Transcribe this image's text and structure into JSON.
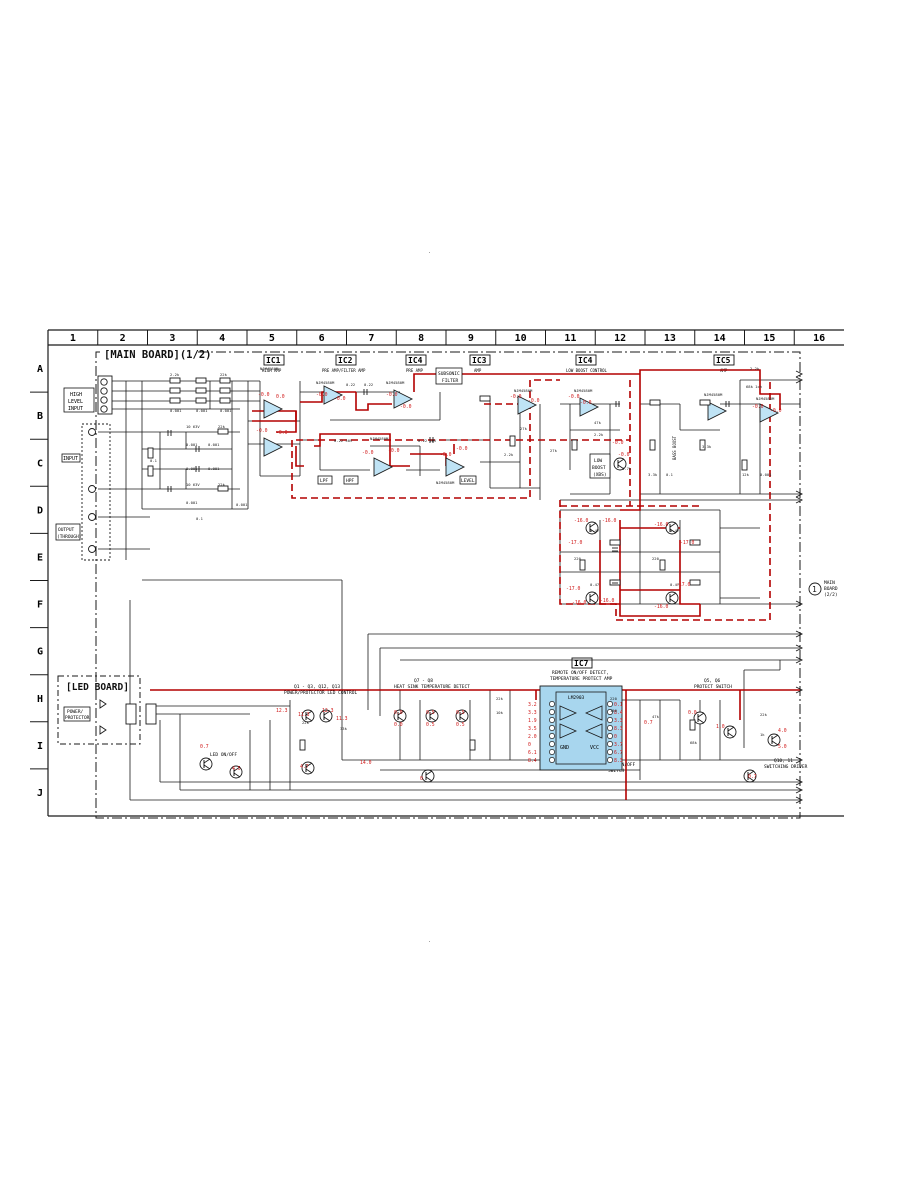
{
  "grid": {
    "columns": [
      "1",
      "2",
      "3",
      "4",
      "5",
      "6",
      "7",
      "8",
      "9",
      "10",
      "11",
      "12",
      "13",
      "14",
      "15",
      "16"
    ],
    "rows": [
      "A",
      "B",
      "C",
      "D",
      "E",
      "F",
      "G",
      "H",
      "I",
      "J"
    ]
  },
  "boards": {
    "main": "[MAIN BOARD](1/2)",
    "led": "[LED BOARD]"
  },
  "ic_blocks": [
    {
      "tag": "IC1",
      "caption": "HIGH AMP"
    },
    {
      "tag": "IC2",
      "caption": "PRE AMP/FILTER AMP"
    },
    {
      "tag": "IC4",
      "caption": "PRE AMP"
    },
    {
      "tag": "IC3",
      "caption": "AMP"
    },
    {
      "tag": "IC4",
      "caption": "LOW BOOST CONTROL"
    },
    {
      "tag": "IC5",
      "caption": "AMP"
    }
  ],
  "ic7": {
    "tag": "IC7",
    "caption_1": "REMOTE ON/OFF DETECT,",
    "caption_2": "TEMPERATURE PROTECT AMP",
    "part": "LM2903",
    "pins": [
      "GND",
      "VCC"
    ],
    "left_values": [
      "3.2",
      "3.3",
      "1.9",
      "3.5",
      "2.0",
      "0",
      "6.1",
      "8.4"
    ],
    "right_values": [
      "0.1",
      "8.4",
      "3.3",
      "8.3",
      "0",
      "3.7",
      "6.7",
      "8.3"
    ]
  },
  "inputs": {
    "high_level_input": [
      "HIGH",
      "LEVEL",
      "INPUT"
    ],
    "input": "INPUT",
    "output_through": [
      "OUTPUT",
      "(THROUGH)"
    ]
  },
  "misc_labels": {
    "subsonic_filter": [
      "SUBSONIC",
      "FILTER"
    ],
    "low_boost": [
      "LOW",
      "BOOST",
      "(XBS)"
    ],
    "power_protector": [
      "POWER/",
      "PROTECTOR"
    ],
    "q1_q3": [
      "Q1 - Q3, Q12, Q13",
      "POWER/PROTECTOR LED CONTROL"
    ],
    "q7_q8": [
      "Q7 - Q8",
      "HEAT SINK TEMPERATURE DETECT"
    ],
    "q5_q6": [
      "Q5, Q6",
      "PROTECT SWITCH"
    ],
    "q4": [
      "Q4",
      "REMOTE ON/OFF",
      "SWITCH"
    ],
    "q10_11": [
      "Q10, 11",
      "SWITCHING DRIVER"
    ],
    "led_on_off": [
      "LED ON/OFF"
    ],
    "main_board_ref": [
      "MAIN",
      "BOARD",
      "(2/2)"
    ],
    "lpf": "LPF",
    "hpf": "HPF",
    "bass_boost_switch": "BASS BOOST",
    "level_adj": "LEVEL"
  },
  "colors": {
    "wire": "#1a1a1a",
    "signal": "#b30000",
    "voltage": "#d01818",
    "ic7_fill": "#a8d6ee"
  }
}
